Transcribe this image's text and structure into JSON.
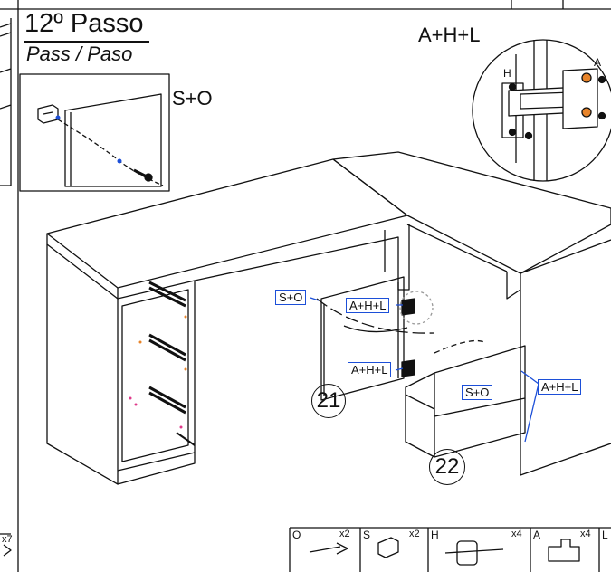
{
  "step": {
    "title": "12º Passo",
    "subtitle": "Pass / Paso"
  },
  "labels": {
    "detail_so": "S+O",
    "detail_ahl": "A+H+L",
    "detail_h": "H",
    "detail_a": "A",
    "callout_so_left": "S+O",
    "callout_ahl_top": "A+H+L",
    "callout_ahl_mid": "A+H+L",
    "callout_so_drawer": "S+O",
    "callout_ahl_right": "A+H+L",
    "door_number": "21",
    "drawer_number": "22"
  },
  "hardware": [
    {
      "letter": "O",
      "qty": "x2",
      "icon": "screw-icon"
    },
    {
      "letter": "S",
      "qty": "x2",
      "icon": "block-icon"
    },
    {
      "letter": "H",
      "qty": "x4",
      "icon": "hinge-icon"
    },
    {
      "letter": "A",
      "qty": "x4",
      "icon": "hinge-plate-icon"
    },
    {
      "letter": "L",
      "qty": "",
      "icon": ""
    }
  ],
  "edge_qty": "x7",
  "colors": {
    "callout_border": "#1c4fd8",
    "line": "#111111",
    "orange_screw": "#e8842a",
    "pink_dot": "#e0398a"
  }
}
